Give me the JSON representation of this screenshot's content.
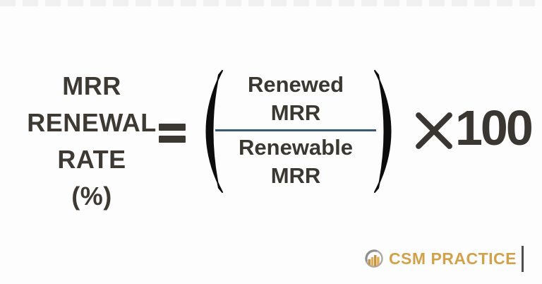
{
  "colors": {
    "background": "#fdfdfd",
    "text_dark": "#3e3a33",
    "equals": "#3b3831",
    "paren": "#0d0d0d",
    "times": "#3a3631",
    "fraction_line": "#3a5977",
    "logo_gold": "#d2a14b",
    "separator_gray": "#4d4d4d",
    "top_dash": "#f1f1f1"
  },
  "formula": {
    "label_lines": [
      "MRR",
      "RENEWAL",
      "RATE",
      "(%)"
    ],
    "equals_symbol": "=",
    "numerator_line1": "Renewed",
    "numerator_line2": "MRR",
    "denominator_line1": "Renewable",
    "denominator_line2": "MRR",
    "times_symbol": "×",
    "multiplier": "100"
  },
  "branding": {
    "logo_text": "CSM PRACTICE",
    "logo_icon": "bar-chart-sphere-icon",
    "separator": "|"
  }
}
